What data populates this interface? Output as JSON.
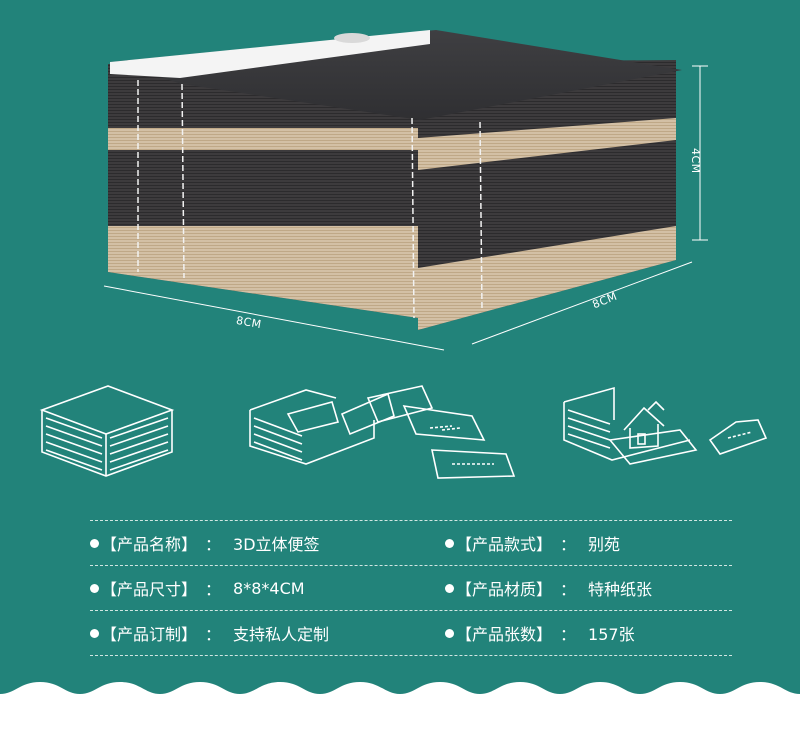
{
  "dimensions": {
    "width": "8CM",
    "depth": "8CM",
    "height": "4CM"
  },
  "specs": [
    {
      "left": {
        "label": "【产品名称】",
        "sep": "：",
        "value": "3D立体便签"
      },
      "right": {
        "label": "【产品款式】",
        "sep": "：",
        "value": "别苑"
      }
    },
    {
      "left": {
        "label": "【产品尺寸】",
        "sep": "：",
        "value": "8*8*4CM"
      },
      "right": {
        "label": "【产品材质】",
        "sep": "：",
        "value": "特种纸张"
      }
    },
    {
      "left": {
        "label": "【产品订制】",
        "sep": "：",
        "value": "支持私人定制"
      },
      "right": {
        "label": "【产品张数】",
        "sep": "：",
        "value": "157张"
      }
    }
  ],
  "colors": {
    "background": "#22837a",
    "text": "#ffffff",
    "dark_layer": "#3b3a3c",
    "kraft_layer": "#cdb79a"
  },
  "icons": [
    "paper-stack-icon",
    "tearing-pages-icon",
    "paper-house-reveal-icon"
  ]
}
